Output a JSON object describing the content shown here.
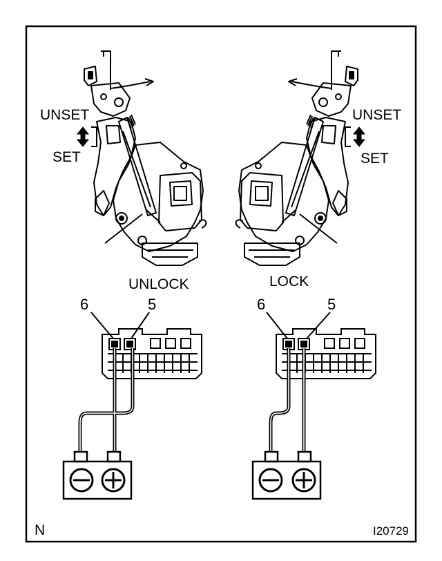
{
  "labels": {
    "left_unset": "UNSET",
    "left_set": "SET",
    "right_unset": "UNSET",
    "right_set": "SET",
    "unlock": "UNLOCK",
    "lock": "LOCK",
    "left_pin_6": "6",
    "left_pin_5": "5",
    "right_pin_6": "6",
    "right_pin_5": "5",
    "corner_code": "N",
    "figure_id": "I20729"
  },
  "icons": {
    "left_battery_negative": "minus-terminal-icon",
    "left_battery_positive": "plus-terminal-icon",
    "right_battery_negative": "minus-terminal-icon",
    "right_battery_positive": "plus-terminal-icon"
  },
  "colors": {
    "ink": "#000000",
    "paper": "#ffffff"
  }
}
